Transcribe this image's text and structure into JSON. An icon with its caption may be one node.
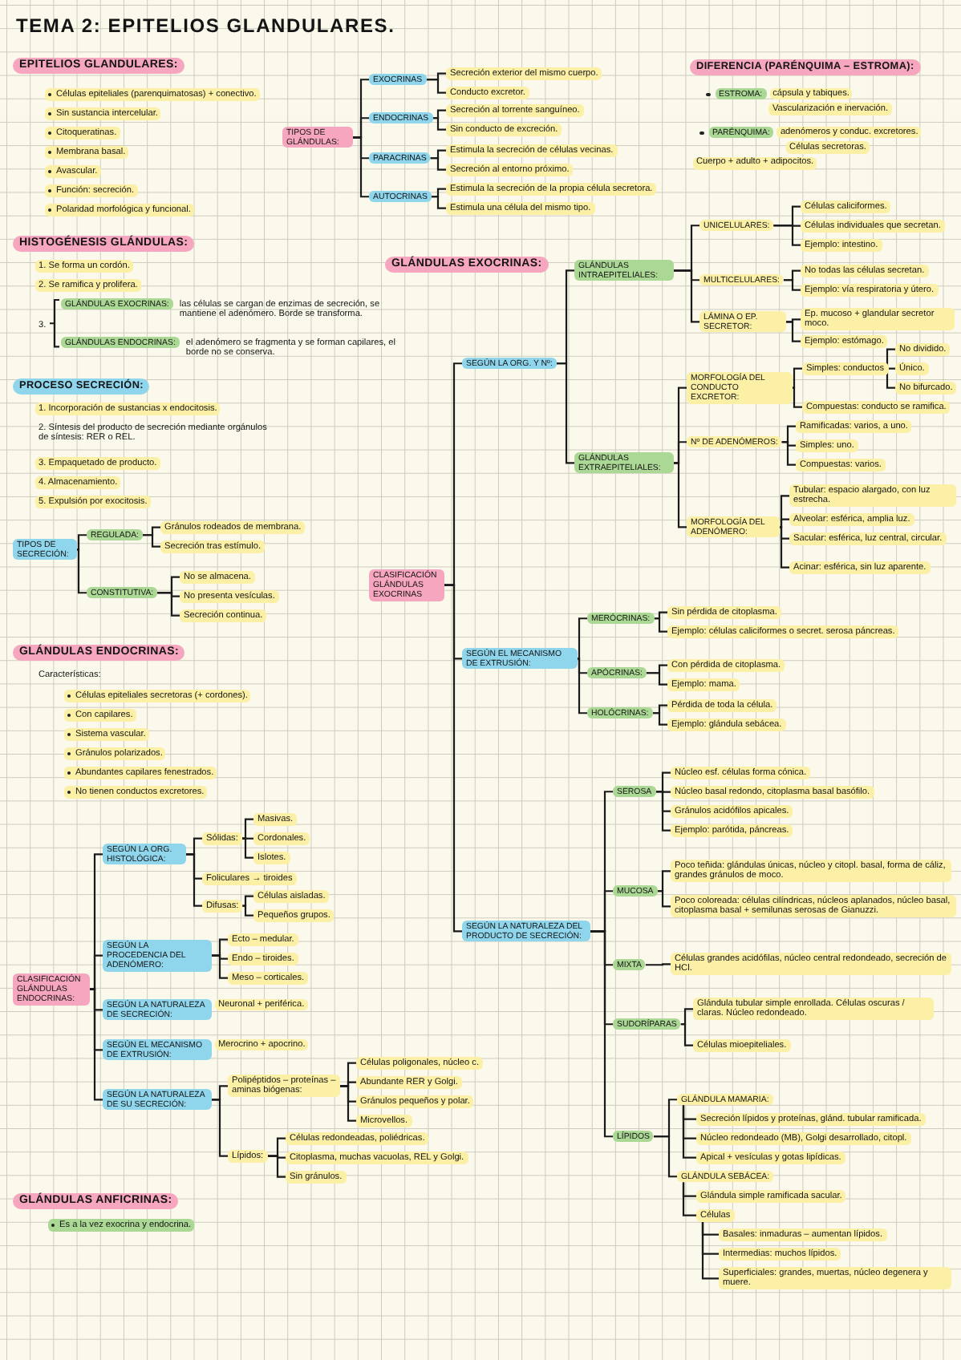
{
  "diagram": {
    "title": "TEMA 2: EPITELIOS GLANDULARES.",
    "nodes": [
      {
        "text": [
          "EPITELIOS GLANDULARES:"
        ]
      },
      {
        "text": [
          "TIPOS DE GLÁNDULAS:"
        ]
      },
      {
        "text": [
          "EXOCRINAS"
        ]
      },
      {
        "text": [
          "Secreción exterior del mismo cuerpo."
        ]
      },
      {
        "text": [
          "Conducto excretor."
        ]
      },
      {
        "text": [
          "ENDOCRINAS"
        ]
      },
      {
        "text": [
          "Secreción al torrente sanguíneo."
        ]
      },
      {
        "text": [
          "Sin conducto de excreción."
        ]
      },
      {
        "text": [
          "PARACRINAS"
        ]
      },
      {
        "text": [
          "Estimula la secreción de células vecinas."
        ]
      },
      {
        "text": [
          "Secreción al entorno próximo."
        ]
      },
      {
        "text": [
          "AUTOCRINAS"
        ]
      },
      {
        "text": [
          "Estimula la secreción de la propia célula secretora."
        ]
      },
      {
        "text": [
          "Estimula una célula del mismo tipo."
        ]
      },
      {
        "text": [
          "DIFERENCIA (PARÉNQUIMA – ESTROMA):"
        ]
      },
      {
        "text": [
          "ESTROMA:"
        ],
        "beside": [
          "cápsula y tabiques.",
          "Vascularización e inervación."
        ]
      },
      {
        "text": [
          "PARÉNQUIMA:"
        ],
        "beside": [
          "adenómeros y conduc. excretores.",
          "Células secretoras.",
          "Cuerpo + adulto + adipocitos."
        ]
      },
      {
        "text": [
          "HISTOGÉNESIS GLÁNDULAS:"
        ]
      },
      {
        "text": [
          "GLÁNDULAS EXOCRINAS:"
        ],
        "beside": [
          "las células se cargan de enzimas de secreción, se mantiene el adenómero. Borde se transforma."
        ]
      },
      {
        "text": [
          "GLÁNDULAS ENDOCRINAS:"
        ],
        "beside": [
          "el adenómero se fragmenta y se forman capilares, el borde no se conserva."
        ]
      },
      {
        "text": [
          "PROCESO SECRECIÓN:"
        ]
      },
      {
        "text": [
          "TIPOS DE SECRECIÓN:"
        ]
      },
      {
        "text": [
          "REGULADA:"
        ]
      },
      {
        "text": [
          "Gránulos rodeados de membrana."
        ]
      },
      {
        "text": [
          "Secreción tras estímulo."
        ]
      },
      {
        "text": [
          "CONSTITUTIVA:"
        ]
      },
      {
        "text": [
          "No se almacena."
        ]
      },
      {
        "text": [
          "No presenta vesículas."
        ]
      },
      {
        "text": [
          "Secreción continua."
        ]
      },
      {
        "text": [
          "GLÁNDULAS ENDOCRINAS:"
        ]
      },
      {
        "text": [
          "CLASIFICACIÓN GLÁNDULAS ENDOCRINAS:"
        ]
      },
      {
        "text": [
          "SEGÚN LA ORG. HISTOLÓGICA:"
        ]
      },
      {
        "text": [
          "Sólidas:"
        ]
      },
      {
        "text": [
          "Masivas."
        ]
      },
      {
        "text": [
          "Cordonales."
        ]
      },
      {
        "text": [
          "Islotes."
        ]
      },
      {
        "text": [
          "Foliculares → tiroides"
        ]
      },
      {
        "text": [
          "Difusas:"
        ]
      },
      {
        "text": [
          "Células aisladas."
        ]
      },
      {
        "text": [
          "Pequeños grupos."
        ]
      },
      {
        "text": [
          "SEGÚN LA PROCEDENCIA DEL ADENÓMERO:"
        ]
      },
      {
        "text": [
          "Ecto – medular."
        ]
      },
      {
        "text": [
          "Endo – tiroides."
        ]
      },
      {
        "text": [
          "Meso – corticales."
        ]
      },
      {
        "text": [
          "SEGÚN LA NATURALEZA DE SECRECIÓN:"
        ],
        "beside": [
          "Neuronal + periférica."
        ]
      },
      {
        "text": [
          "SEGÚN EL MECANISMO DE EXTRUSIÓN:"
        ],
        "beside": [
          "Merocrino + apocrino."
        ]
      },
      {
        "text": [
          "SEGÚN LA NATURALEZA DE SU SECRECIÓN:"
        ]
      },
      {
        "text": [
          "Polipéptidos – proteínas – aminas biógenas:"
        ]
      },
      {
        "text": [
          "Células poligonales, núcleo c."
        ]
      },
      {
        "text": [
          "Abundante RER y Golgi."
        ]
      },
      {
        "text": [
          "Gránulos pequeños y polar."
        ]
      },
      {
        "text": [
          "Microvellos."
        ]
      },
      {
        "text": [
          "Lípidos:"
        ]
      },
      {
        "text": [
          "Células redondeadas, poliédricas."
        ]
      },
      {
        "text": [
          "Citoplasma, muchas vacuolas, REL y Golgi."
        ]
      },
      {
        "text": [
          "Sin gránulos."
        ]
      },
      {
        "text": [
          "GLÁNDULAS ANFICRINAS:"
        ]
      },
      {
        "text": [
          "GLÁNDULAS EXOCRINAS:"
        ]
      },
      {
        "text": [
          "CLASIFICACIÓN GLÁNDULAS EXOCRINAS"
        ]
      },
      {
        "text": [
          "SEGÚN LA ORG. Y Nº:"
        ]
      },
      {
        "text": [
          "GLÁNDULAS INTRAEPITELIALES:"
        ]
      },
      {
        "text": [
          "UNICELULARES:"
        ]
      },
      {
        "text": [
          "Células caliciformes."
        ]
      },
      {
        "text": [
          "Células individuales que secretan."
        ]
      },
      {
        "text": [
          "Ejemplo: intestino."
        ]
      },
      {
        "text": [
          "MULTICELULARES:"
        ]
      },
      {
        "text": [
          "No todas las células secretan."
        ]
      },
      {
        "text": [
          "Ejemplo: vía respiratoria y útero."
        ]
      },
      {
        "text": [
          "LÁMINA O EP. SECRETOR:"
        ]
      },
      {
        "text": [
          "Ep. mucoso + glandular secretor moco."
        ]
      },
      {
        "text": [
          "Ejemplo: estómago."
        ]
      },
      {
        "text": [
          "GLÁNDULAS EXTRAEPITELIALES:"
        ]
      },
      {
        "text": [
          "MORFOLOGÍA DEL CONDUCTO EXCRETOR:"
        ]
      },
      {
        "text": [
          "Simples: conductos"
        ]
      },
      {
        "text": [
          "No dividido."
        ]
      },
      {
        "text": [
          "Único."
        ]
      },
      {
        "text": [
          "No bifurcado."
        ]
      },
      {
        "text": [
          "Compuestas: conducto se ramifica."
        ]
      },
      {
        "text": [
          "Nº DE ADENÓMEROS:"
        ]
      },
      {
        "text": [
          "Ramificadas: varios, a uno."
        ]
      },
      {
        "text": [
          "Simples: uno."
        ]
      },
      {
        "text": [
          "Compuestas: varios."
        ]
      },
      {
        "text": [
          "MORFOLOGÍA DEL ADENÓMERO:"
        ]
      },
      {
        "text": [
          "Tubular: espacio alargado, con luz estrecha."
        ]
      },
      {
        "text": [
          "Alveolar: esférica, amplia luz."
        ]
      },
      {
        "text": [
          "Sacular: esférica, luz central, circular."
        ]
      },
      {
        "text": [
          "Acinar: esférica, sin luz aparente."
        ]
      },
      {
        "text": [
          "SEGÚN EL MECANISMO DE EXTRUSIÓN:"
        ]
      },
      {
        "text": [
          "MERÓCRINAS:"
        ]
      },
      {
        "text": [
          "Sin pérdida de citoplasma."
        ]
      },
      {
        "text": [
          "Ejemplo: células caliciformes o secret. serosa páncreas."
        ]
      },
      {
        "text": [
          "APÓCRINAS:"
        ]
      },
      {
        "text": [
          "Con pérdida de citoplasma."
        ]
      },
      {
        "text": [
          "Ejemplo: mama."
        ]
      },
      {
        "text": [
          "HOLÓCRINAS:"
        ]
      },
      {
        "text": [
          "Pérdida de toda la célula."
        ]
      },
      {
        "text": [
          "Ejemplo: glándula sebácea."
        ]
      },
      {
        "text": [
          "SEGÚN LA NATURALEZA DEL PRODUCTO DE SECRECIÓN:"
        ]
      },
      {
        "text": [
          "SEROSA"
        ]
      },
      {
        "text": [
          "Núcleo esf. células forma cónica."
        ]
      },
      {
        "text": [
          "Núcleo basal redondo, citoplasma basal basófilo."
        ]
      },
      {
        "text": [
          "Gránulos acidófilos apicales."
        ]
      },
      {
        "text": [
          "Ejemplo: parótida, páncreas."
        ]
      },
      {
        "text": [
          "MUCOSA"
        ]
      },
      {
        "text": [
          "Poco teñida: glándulas únicas, núcleo y citopl. basal, forma de cáliz, grandes gránulos de moco."
        ]
      },
      {
        "text": [
          "Poco coloreada: células cilíndricas, núcleos aplanados, núcleo basal, citoplasma basal + semilunas serosas de Gianuzzi."
        ]
      },
      {
        "text": [
          "MIXTA"
        ]
      },
      {
        "text": [
          "Células grandes acidófilas, núcleo central redondeado, secreción de HCl."
        ]
      },
      {
        "text": [
          "SUDORÍPARAS"
        ]
      },
      {
        "text": [
          "Glándula tubular simple enrollada. Células oscuras / claras. Núcleo redondeado."
        ]
      },
      {
        "text": [
          "Células mioepiteliales."
        ]
      },
      {
        "text": [
          "LÍPIDOS"
        ]
      },
      {
        "text": [
          "GLÁNDULA MAMARIA:"
        ]
      },
      {
        "text": [
          "Secreción lípidos y proteínas, glánd. tubular ramificada."
        ]
      },
      {
        "text": [
          "Núcleo redondeado (MB), Golgi desarrollado, citopl."
        ]
      },
      {
        "text": [
          "Apical + vesículas y gotas lipídicas."
        ]
      },
      {
        "text": [
          "GLÁNDULA SEBÁCEA:"
        ]
      },
      {
        "text": [
          "Glándula simple ramificada sacular."
        ]
      },
      {
        "text": [
          "Células"
        ]
      },
      {
        "text": [
          "Basales: inmaduras – aumentan lípidos."
        ]
      },
      {
        "text": [
          "Intermedias: muchos lípidos."
        ]
      },
      {
        "text": [
          "Superficiales: grandes, muertas, núcleo degenera y muere."
        ]
      }
    ],
    "edges": [
      {
        "from": 1,
        "to": 2,
        "arrow": "none"
      },
      {
        "from": 1,
        "to": 5,
        "arrow": "none"
      },
      {
        "from": 1,
        "to": 8,
        "arrow": "none"
      },
      {
        "from": 1,
        "to": 11,
        "arrow": "none"
      },
      {
        "from": 2,
        "to": 3,
        "arrow": "none"
      },
      {
        "from": 2,
        "to": 4,
        "arrow": "none"
      },
      {
        "from": 5,
        "to": 6,
        "arrow": "none"
      },
      {
        "from": 5,
        "to": 7,
        "arrow": "none"
      },
      {
        "from": 8,
        "to": 9,
        "arrow": "none"
      },
      {
        "from": 8,
        "to": 10,
        "arrow": "none"
      },
      {
        "from": 11,
        "to": 12,
        "arrow": "none"
      },
      {
        "from": 11,
        "to": 13,
        "arrow": "none"
      },
      {
        "from": 21,
        "to": 22,
        "arrow": "none"
      },
      {
        "from": 21,
        "to": 25,
        "arrow": "none"
      },
      {
        "from": 22,
        "to": 23,
        "arrow": "none"
      },
      {
        "from": 22,
        "to": 24,
        "arrow": "none"
      },
      {
        "from": 25,
        "to": 26,
        "arrow": "none"
      },
      {
        "from": 25,
        "to": 27,
        "arrow": "none"
      },
      {
        "from": 25,
        "to": 28,
        "arrow": "none"
      },
      {
        "from": 30,
        "to": 31,
        "arrow": "none"
      },
      {
        "from": 30,
        "to": 40,
        "arrow": "none"
      },
      {
        "from": 30,
        "to": 44,
        "arrow": "none"
      },
      {
        "from": 30,
        "to": 45,
        "arrow": "none"
      },
      {
        "from": 30,
        "to": 46,
        "arrow": "none"
      },
      {
        "from": 31,
        "to": 32,
        "arrow": "none"
      },
      {
        "from": 31,
        "to": 36,
        "arrow": "none"
      },
      {
        "from": 31,
        "to": 37,
        "arrow": "none"
      },
      {
        "from": 32,
        "to": 33,
        "arrow": "none"
      },
      {
        "from": 32,
        "to": 34,
        "arrow": "none"
      },
      {
        "from": 32,
        "to": 35,
        "arrow": "none"
      },
      {
        "from": 37,
        "to": 38,
        "arrow": "none"
      },
      {
        "from": 37,
        "to": 39,
        "arrow": "none"
      },
      {
        "from": 40,
        "to": 41,
        "arrow": "none"
      },
      {
        "from": 40,
        "to": 42,
        "arrow": "none"
      },
      {
        "from": 40,
        "to": 43,
        "arrow": "none"
      },
      {
        "from": 46,
        "to": 47,
        "arrow": "none"
      },
      {
        "from": 46,
        "to": 52,
        "arrow": "none"
      },
      {
        "from": 47,
        "to": 48,
        "arrow": "none"
      },
      {
        "from": 47,
        "to": 49,
        "arrow": "none"
      },
      {
        "from": 47,
        "to": 50,
        "arrow": "none"
      },
      {
        "from": 47,
        "to": 51,
        "arrow": "none"
      },
      {
        "from": 52,
        "to": 53,
        "arrow": "none"
      },
      {
        "from": 52,
        "to": 54,
        "arrow": "none"
      },
      {
        "from": 52,
        "to": 55,
        "arrow": "none"
      },
      {
        "from": 58,
        "to": 59,
        "arrow": "none"
      },
      {
        "from": 58,
        "to": 87,
        "arrow": "none"
      },
      {
        "from": 58,
        "to": 97,
        "arrow": "none"
      },
      {
        "from": 59,
        "to": 60,
        "arrow": "none"
      },
      {
        "from": 59,
        "to": 71,
        "arrow": "none"
      },
      {
        "from": 60,
        "to": 61,
        "arrow": "none"
      },
      {
        "from": 60,
        "to": 65,
        "arrow": "none"
      },
      {
        "from": 60,
        "to": 68,
        "arrow": "none"
      },
      {
        "from": 61,
        "to": 62,
        "arrow": "none"
      },
      {
        "from": 61,
        "to": 63,
        "arrow": "none"
      },
      {
        "from": 61,
        "to": 64,
        "arrow": "none"
      },
      {
        "from": 65,
        "to": 66,
        "arrow": "none"
      },
      {
        "from": 65,
        "to": 67,
        "arrow": "none"
      },
      {
        "from": 68,
        "to": 69,
        "arrow": "none"
      },
      {
        "from": 68,
        "to": 70,
        "arrow": "none"
      },
      {
        "from": 71,
        "to": 72,
        "arrow": "none"
      },
      {
        "from": 71,
        "to": 78,
        "arrow": "none"
      },
      {
        "from": 71,
        "to": 82,
        "arrow": "none"
      },
      {
        "from": 72,
        "to": 73,
        "arrow": "none"
      },
      {
        "from": 72,
        "to": 77,
        "arrow": "none"
      },
      {
        "from": 73,
        "to": 74,
        "arrow": "none"
      },
      {
        "from": 73,
        "to": 75,
        "arrow": "none"
      },
      {
        "from": 73,
        "to": 76,
        "arrow": "none"
      },
      {
        "from": 78,
        "to": 79,
        "arrow": "none"
      },
      {
        "from": 78,
        "to": 80,
        "arrow": "none"
      },
      {
        "from": 78,
        "to": 81,
        "arrow": "none"
      },
      {
        "from": 82,
        "to": 83,
        "arrow": "none"
      },
      {
        "from": 82,
        "to": 84,
        "arrow": "none"
      },
      {
        "from": 82,
        "to": 85,
        "arrow": "none"
      },
      {
        "from": 82,
        "to": 86,
        "arrow": "none"
      },
      {
        "from": 87,
        "to": 88,
        "arrow": "none"
      },
      {
        "from": 87,
        "to": 91,
        "arrow": "none"
      },
      {
        "from": 87,
        "to": 94,
        "arrow": "none"
      },
      {
        "from": 88,
        "to": 89,
        "arrow": "none"
      },
      {
        "from": 88,
        "to": 90,
        "arrow": "none"
      },
      {
        "from": 91,
        "to": 92,
        "arrow": "none"
      },
      {
        "from": 91,
        "to": 93,
        "arrow": "none"
      },
      {
        "from": 94,
        "to": 95,
        "arrow": "none"
      },
      {
        "from": 94,
        "to": 96,
        "arrow": "none"
      },
      {
        "from": 97,
        "to": 98,
        "arrow": "none"
      },
      {
        "from": 97,
        "to": 103,
        "arrow": "none"
      },
      {
        "from": 97,
        "to": 106,
        "arrow": "none"
      },
      {
        "from": 97,
        "to": 108,
        "arrow": "none"
      },
      {
        "from": 97,
        "to": 111,
        "arrow": "none"
      },
      {
        "from": 98,
        "to": 99,
        "arrow": "none"
      },
      {
        "from": 98,
        "to": 100,
        "arrow": "none"
      },
      {
        "from": 98,
        "to": 101,
        "arrow": "none"
      },
      {
        "from": 98,
        "to": 102,
        "arrow": "none"
      },
      {
        "from": 103,
        "to": 104,
        "arrow": "none"
      },
      {
        "from": 103,
        "to": 105,
        "arrow": "none"
      },
      {
        "from": 106,
        "to": 107,
        "arrow": "none"
      },
      {
        "from": 108,
        "to": 109,
        "arrow": "none"
      },
      {
        "from": 108,
        "to": 110,
        "arrow": "none"
      },
      {
        "from": 111,
        "to": 112,
        "arrow": "none"
      },
      {
        "from": 111,
        "to": 116,
        "arrow": "none"
      },
      {
        "from": 112,
        "to": 113,
        "arrow": "none"
      },
      {
        "from": 112,
        "to": 114,
        "arrow": "none"
      },
      {
        "from": 112,
        "to": 115,
        "arrow": "none"
      },
      {
        "from": 116,
        "to": 117,
        "arrow": "none"
      },
      {
        "from": 116,
        "to": 118,
        "arrow": "none"
      },
      {
        "from": 118,
        "to": 119,
        "arrow": "none"
      },
      {
        "from": 118,
        "to": 120,
        "arrow": "none"
      },
      {
        "from": 118,
        "to": 121,
        "arrow": "none"
      }
    ],
    "labels": [
      "Células epiteliales (parenquimatosas) + conectivo.",
      "Sin sustancia intercelular.",
      "Citoqueratinas.",
      "Membrana basal.",
      "Avascular.",
      "Función: secreción.",
      "Polaridad morfológica y funcional.",
      "1. Se forma un cordón.",
      "2. Se ramifica y prolifera.",
      "3.",
      "1. Incorporación de sustancias x endocitosis.",
      "2. Síntesis del producto de secreción mediante orgánulos de síntesis: RER o REL.",
      "3. Empaquetado de producto.",
      "4. Almacenamiento.",
      "5. Expulsión por exocitosis.",
      "Características:",
      "Células epiteliales secretoras (+ cordones).",
      "Con capilares.",
      "Sistema vascular.",
      "Gránulos polarizados.",
      "Abundantes capilares fenestrados.",
      "No tienen conductos excretores.",
      "Es a la vez exocrina y endocrina."
    ]
  }
}
